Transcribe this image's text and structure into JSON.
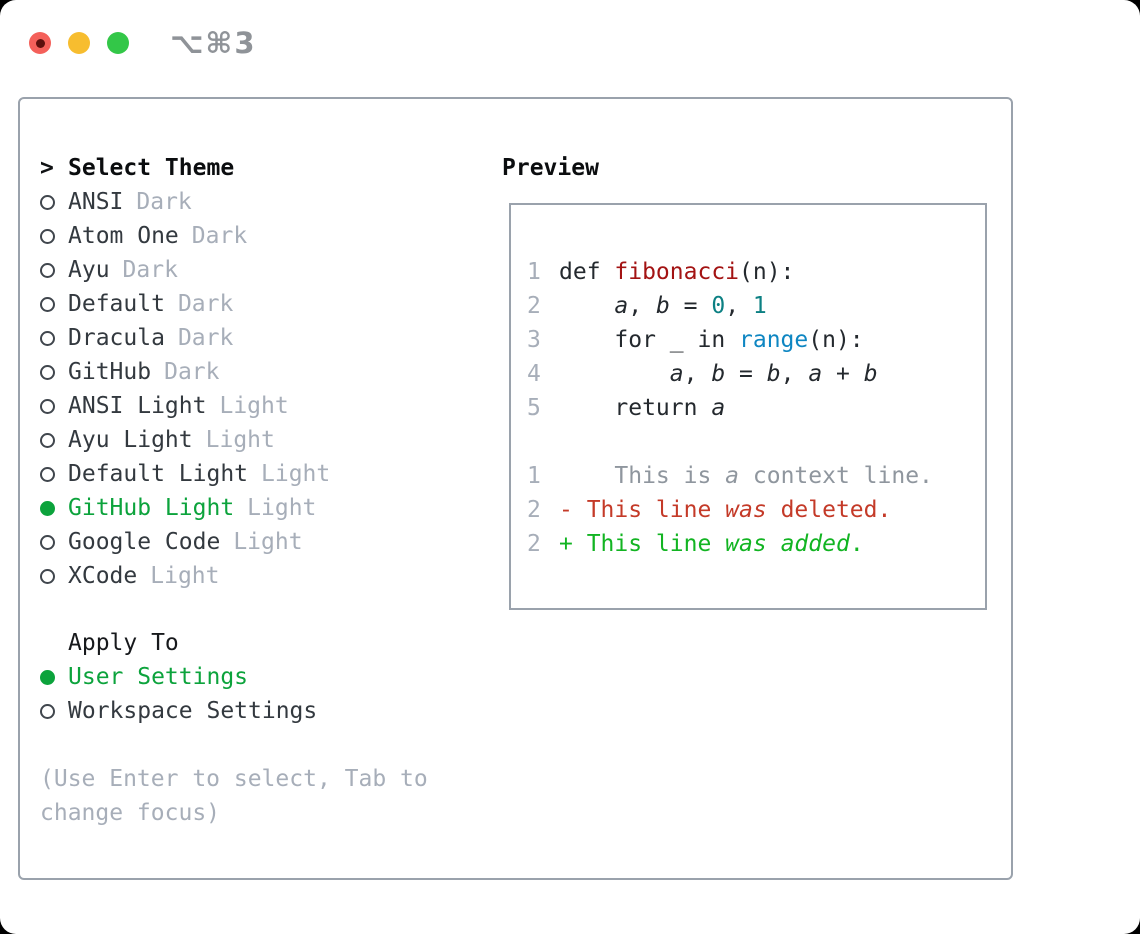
{
  "window": {
    "title": "⌥⌘3",
    "traffic_lights": {
      "close": "close",
      "minimize": "minimize",
      "zoom": "zoom",
      "close_modified_indicator": true
    }
  },
  "theme_panel": {
    "header_prefix": ">",
    "header_label": "Select Theme",
    "themes": [
      {
        "name": "ANSI",
        "tag": "Dark",
        "selected": false
      },
      {
        "name": "Atom One",
        "tag": "Dark",
        "selected": false
      },
      {
        "name": "Ayu",
        "tag": "Dark",
        "selected": false
      },
      {
        "name": "Default",
        "tag": "Dark",
        "selected": false
      },
      {
        "name": "Dracula",
        "tag": "Dark",
        "selected": false
      },
      {
        "name": "GitHub",
        "tag": "Dark",
        "selected": false
      },
      {
        "name": "ANSI Light",
        "tag": "Light",
        "selected": false
      },
      {
        "name": "Ayu Light",
        "tag": "Light",
        "selected": false
      },
      {
        "name": "Default Light",
        "tag": "Light",
        "selected": false
      },
      {
        "name": "GitHub Light",
        "tag": "Light",
        "selected": true
      },
      {
        "name": "Google Code",
        "tag": "Light",
        "selected": false
      },
      {
        "name": "XCode",
        "tag": "Light",
        "selected": false
      }
    ],
    "apply_to": {
      "label": "Apply To",
      "options": [
        {
          "name": "User Settings",
          "selected": true
        },
        {
          "name": "Workspace Settings",
          "selected": false
        }
      ]
    },
    "hint": "(Use Enter to select, Tab to change focus)"
  },
  "preview": {
    "label": "Preview",
    "lines": [
      {
        "no": "1",
        "cls": "",
        "tokens": [
          {
            "t": "def ",
            "c": ""
          },
          {
            "t": "fibonacci",
            "c": "fn"
          },
          {
            "t": "(n):",
            "c": ""
          }
        ]
      },
      {
        "no": "2",
        "cls": "",
        "tokens": [
          {
            "t": "    ",
            "c": ""
          },
          {
            "t": "a",
            "c": "var"
          },
          {
            "t": ", ",
            "c": ""
          },
          {
            "t": "b",
            "c": "var"
          },
          {
            "t": " = ",
            "c": ""
          },
          {
            "t": "0",
            "c": "num"
          },
          {
            "t": ", ",
            "c": ""
          },
          {
            "t": "1",
            "c": "num"
          }
        ]
      },
      {
        "no": "3",
        "cls": "",
        "tokens": [
          {
            "t": "    for _ in ",
            "c": ""
          },
          {
            "t": "range",
            "c": "builtin"
          },
          {
            "t": "(n):",
            "c": ""
          }
        ]
      },
      {
        "no": "4",
        "cls": "",
        "tokens": [
          {
            "t": "        ",
            "c": ""
          },
          {
            "t": "a",
            "c": "var"
          },
          {
            "t": ", ",
            "c": ""
          },
          {
            "t": "b",
            "c": "var"
          },
          {
            "t": " = ",
            "c": ""
          },
          {
            "t": "b",
            "c": "var"
          },
          {
            "t": ", ",
            "c": ""
          },
          {
            "t": "a",
            "c": "var"
          },
          {
            "t": " + ",
            "c": ""
          },
          {
            "t": "b",
            "c": "var"
          }
        ]
      },
      {
        "no": "5",
        "cls": "",
        "tokens": [
          {
            "t": "    return ",
            "c": ""
          },
          {
            "t": "a",
            "c": "var"
          }
        ]
      },
      {
        "no": "",
        "cls": "blank",
        "tokens": []
      },
      {
        "no": "1",
        "cls": "ctx",
        "tokens": [
          {
            "t": "    This is ",
            "c": ""
          },
          {
            "t": "a",
            "c": "var"
          },
          {
            "t": " context line.",
            "c": ""
          }
        ]
      },
      {
        "no": "2",
        "cls": "del",
        "tokens": [
          {
            "t": "- This line ",
            "c": ""
          },
          {
            "t": "was",
            "c": "var"
          },
          {
            "t": " deleted.",
            "c": ""
          }
        ]
      },
      {
        "no": "2",
        "cls": "add",
        "tokens": [
          {
            "t": "+ This line ",
            "c": ""
          },
          {
            "t": "was",
            "c": "var"
          },
          {
            "t": " ",
            "c": ""
          },
          {
            "t": "added",
            "c": "var"
          },
          {
            "t": ".",
            "c": ""
          }
        ]
      }
    ]
  },
  "colors": {
    "accent_green": "#0ca33c",
    "added_green": "#12b422",
    "deleted_red": "#c43a28",
    "function_red": "#a31313",
    "number_teal": "#0c8083",
    "builtin_blue": "#0e86c2",
    "muted_gray": "#a7aeb9",
    "border_gray": "#9aa2ac",
    "traffic_red": "#f4605a",
    "traffic_yellow": "#f7bd2f",
    "traffic_green": "#33c748"
  }
}
